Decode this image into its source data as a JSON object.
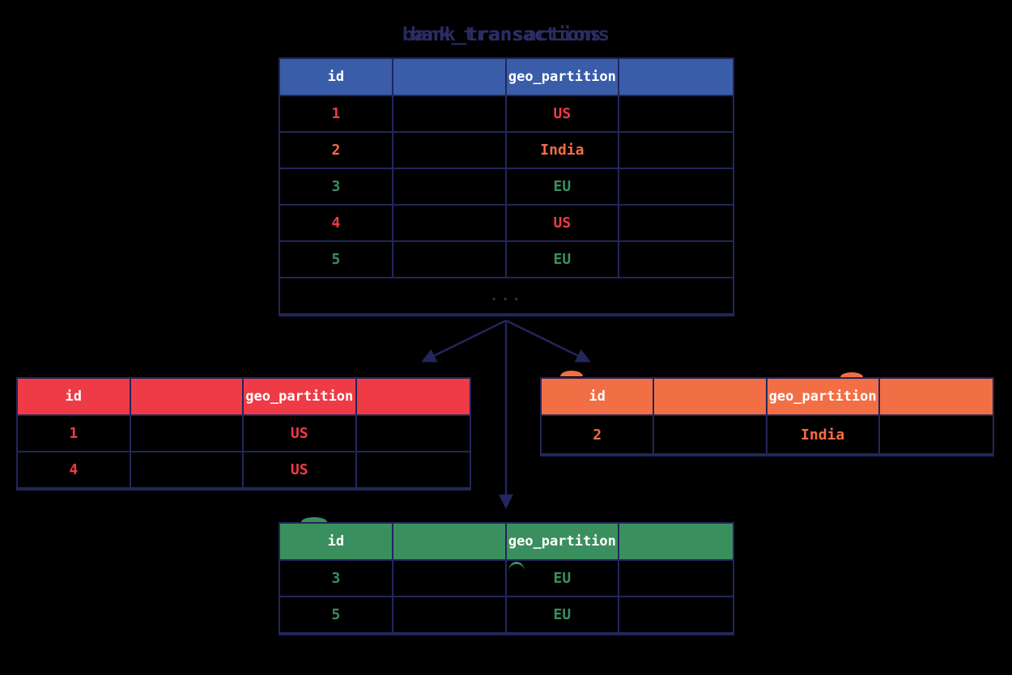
{
  "title": "bank_transactions",
  "ellipsis": "...",
  "colors": {
    "background": "#000000",
    "navy": "#23265a",
    "navy-text": "#2b2d63",
    "blue": "#3a5da9",
    "red": "#ee3b46",
    "orange": "#f26e45",
    "green": "#3a8f5e",
    "white": "#ffffff"
  },
  "tables": {
    "main": {
      "header_color": "blue",
      "headers": [
        "id",
        "",
        "geo_partition",
        ""
      ],
      "rows": [
        {
          "id": "1",
          "geo": "US",
          "color": "red"
        },
        {
          "id": "2",
          "geo": "India",
          "color": "orange"
        },
        {
          "id": "3",
          "geo": "EU",
          "color": "green"
        },
        {
          "id": "4",
          "geo": "US",
          "color": "red"
        },
        {
          "id": "5",
          "geo": "EU",
          "color": "green"
        }
      ]
    },
    "us_partition": {
      "header_color": "red",
      "headers": [
        "id",
        "",
        "geo_partition",
        ""
      ],
      "rows": [
        {
          "id": "1",
          "geo": "US",
          "color": "red"
        },
        {
          "id": "4",
          "geo": "US",
          "color": "red"
        }
      ]
    },
    "india_partition": {
      "header_color": "orange",
      "headers": [
        "id",
        "",
        "geo_partition",
        ""
      ],
      "rows": [
        {
          "id": "2",
          "geo": "India",
          "color": "orange"
        }
      ]
    },
    "eu_partition": {
      "header_color": "green",
      "headers": [
        "id",
        "",
        "geo_partition",
        ""
      ],
      "rows": [
        {
          "id": "3",
          "geo": "EU",
          "color": "green"
        },
        {
          "id": "5",
          "geo": "EU",
          "color": "green"
        }
      ]
    }
  }
}
